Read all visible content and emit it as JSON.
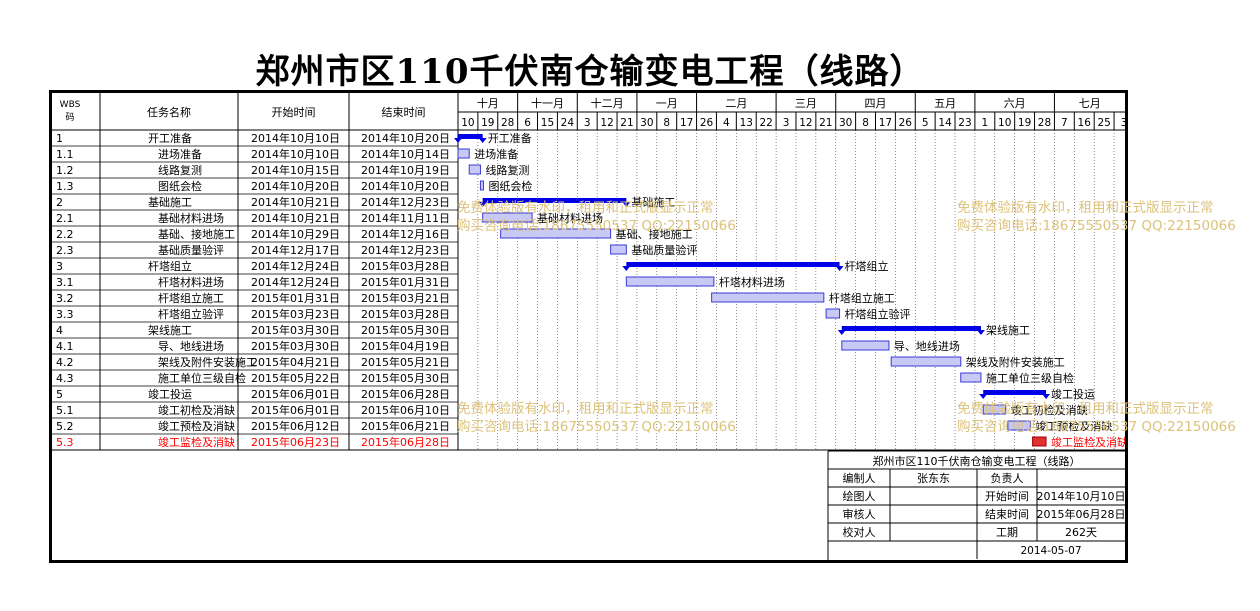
{
  "title": "郑州市区110千伏南仓输变电工程（线路）",
  "table_headers": {
    "wbs": "WBS码",
    "name": "任务名称",
    "start": "开始时间",
    "end": "结束时间"
  },
  "months": [
    "十月",
    "十一月",
    "十二月",
    "一月",
    "二月",
    "三月",
    "四月",
    "五月",
    "六月",
    "七月"
  ],
  "week_days": [
    "10",
    "19",
    "28",
    "6",
    "15",
    "24",
    "3",
    "12",
    "21",
    "30",
    "8",
    "17",
    "26",
    "4",
    "13",
    "22",
    "3",
    "12",
    "21",
    "30",
    "8",
    "17",
    "26",
    "5",
    "14",
    "23",
    "1",
    "10",
    "19",
    "28",
    "7",
    "16",
    "25",
    "3"
  ],
  "chart_data": {
    "type": "table",
    "x_start": "2014-10-10",
    "x_end": "2015-07-29",
    "tasks": [
      {
        "wbs": "1",
        "name": "开工准备",
        "start": "2014年10月10日",
        "end": "2014年10月20日",
        "s": "2014-10-10",
        "e": "2014-10-20",
        "summary": true,
        "level": 0
      },
      {
        "wbs": "1.1",
        "name": "进场准备",
        "start": "2014年10月10日",
        "end": "2014年10月14日",
        "s": "2014-10-10",
        "e": "2014-10-14",
        "summary": false,
        "level": 1
      },
      {
        "wbs": "1.2",
        "name": "线路复测",
        "start": "2014年10月15日",
        "end": "2014年10月19日",
        "s": "2014-10-15",
        "e": "2014-10-19",
        "summary": false,
        "level": 1
      },
      {
        "wbs": "1.3",
        "name": "图纸会检",
        "start": "2014年10月20日",
        "end": "2014年10月20日",
        "s": "2014-10-20",
        "e": "2014-10-20",
        "summary": false,
        "level": 1
      },
      {
        "wbs": "2",
        "name": "基础施工",
        "start": "2014年10月21日",
        "end": "2014年12月23日",
        "s": "2014-10-21",
        "e": "2014-12-23",
        "summary": true,
        "level": 0
      },
      {
        "wbs": "2.1",
        "name": "基础材料进场",
        "start": "2014年10月21日",
        "end": "2014年11月11日",
        "s": "2014-10-21",
        "e": "2014-11-11",
        "summary": false,
        "level": 1
      },
      {
        "wbs": "2.2",
        "name": "基础、接地施工",
        "start": "2014年10月29日",
        "end": "2014年12月16日",
        "s": "2014-10-29",
        "e": "2014-12-16",
        "summary": false,
        "level": 1
      },
      {
        "wbs": "2.3",
        "name": "基础质量验评",
        "start": "2014年12月17日",
        "end": "2014年12月23日",
        "s": "2014-12-17",
        "e": "2014-12-23",
        "summary": false,
        "level": 1
      },
      {
        "wbs": "3",
        "name": "杆塔组立",
        "start": "2014年12月24日",
        "end": "2015年03月28日",
        "s": "2014-12-24",
        "e": "2015-03-28",
        "summary": true,
        "level": 0
      },
      {
        "wbs": "3.1",
        "name": "杆塔材料进场",
        "start": "2014年12月24日",
        "end": "2015年01月31日",
        "s": "2014-12-24",
        "e": "2015-01-31",
        "summary": false,
        "level": 1
      },
      {
        "wbs": "3.2",
        "name": "杆塔组立施工",
        "start": "2015年01月31日",
        "end": "2015年03月21日",
        "s": "2015-01-31",
        "e": "2015-03-21",
        "summary": false,
        "level": 1
      },
      {
        "wbs": "3.3",
        "name": "杆塔组立验评",
        "start": "2015年03月23日",
        "end": "2015年03月28日",
        "s": "2015-03-23",
        "e": "2015-03-28",
        "summary": false,
        "level": 1
      },
      {
        "wbs": "4",
        "name": "架线施工",
        "start": "2015年03月30日",
        "end": "2015年05月30日",
        "s": "2015-03-30",
        "e": "2015-05-30",
        "summary": true,
        "level": 0
      },
      {
        "wbs": "4.1",
        "name": "导、地线进场",
        "start": "2015年03月30日",
        "end": "2015年04月19日",
        "s": "2015-03-30",
        "e": "2015-04-19",
        "summary": false,
        "level": 1
      },
      {
        "wbs": "4.2",
        "name": "架线及附件安装施工",
        "start": "2015年04月21日",
        "end": "2015年05月21日",
        "s": "2015-04-21",
        "e": "2015-05-21",
        "summary": false,
        "level": 1
      },
      {
        "wbs": "4.3",
        "name": "施工单位三级自检",
        "start": "2015年05月22日",
        "end": "2015年05月30日",
        "s": "2015-05-22",
        "e": "2015-05-30",
        "summary": false,
        "level": 1
      },
      {
        "wbs": "5",
        "name": "竣工投运",
        "start": "2015年06月01日",
        "end": "2015年06月28日",
        "s": "2015-06-01",
        "e": "2015-06-28",
        "summary": true,
        "level": 0
      },
      {
        "wbs": "5.1",
        "name": "竣工初检及消缺",
        "start": "2015年06月01日",
        "end": "2015年06月10日",
        "s": "2015-06-01",
        "e": "2015-06-10",
        "summary": false,
        "level": 1
      },
      {
        "wbs": "5.2",
        "name": "竣工预检及消缺",
        "start": "2015年06月12日",
        "end": "2015年06月21日",
        "s": "2015-06-12",
        "e": "2015-06-21",
        "summary": false,
        "level": 1
      },
      {
        "wbs": "5.3",
        "name": "竣工监检及消缺",
        "start": "2015年06月23日",
        "end": "2015年06月28日",
        "s": "2015-06-23",
        "e": "2015-06-28",
        "summary": false,
        "level": 1,
        "highlight": true
      }
    ]
  },
  "colors": {
    "summary_bar": "#0000e6",
    "task_bar": "#3a3ad6",
    "task_fill": "#c9c9f5",
    "highlight": "#ff0000",
    "highlight_bar": "#e03030",
    "watermark": "#dcc27a"
  },
  "info_box": {
    "title": "郑州市区110千伏南仓输变电工程（线路）",
    "compiler_label": "编制人",
    "compiler_value": "张东东",
    "responsible_label": "负责人",
    "drafter_label": "绘图人",
    "start_label": "开始时间",
    "start_value": "2014年10月10日",
    "reviewer_label": "审核人",
    "end_label": "结束时间",
    "end_value": "2015年06月28日",
    "proof_label": "校对人",
    "duration_label": "工期",
    "duration_value": "262天",
    "date": "2014-05-07"
  },
  "watermark": {
    "line1": "免费体验版有水印，租用和正式版显示正常",
    "line2": "购买咨询电话:18675550537 QQ:22150066"
  }
}
